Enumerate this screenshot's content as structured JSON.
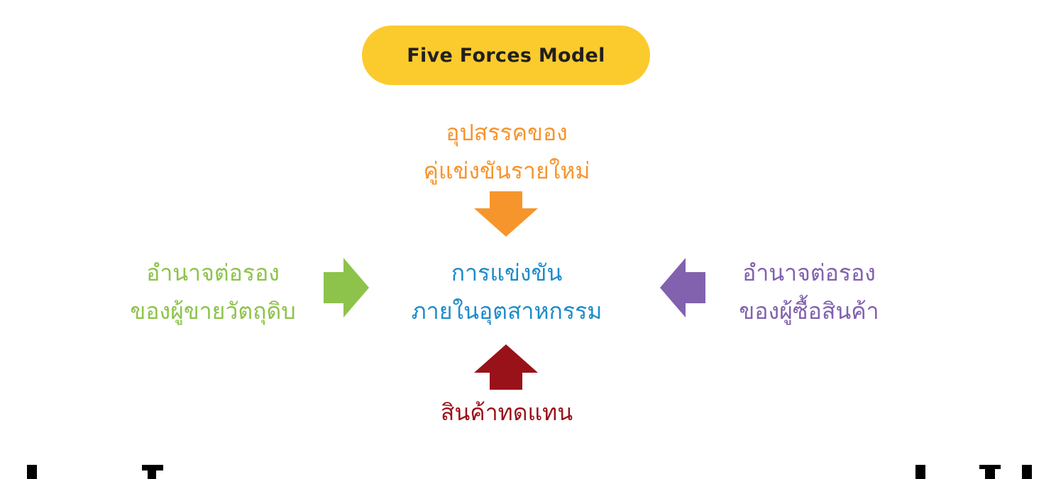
{
  "title": "Five Forces Model",
  "forces": {
    "top": {
      "lines": [
        "อุปสรรคของ",
        "คู่แข่งขันรายใหม่"
      ],
      "color": "#F7952D"
    },
    "center": {
      "lines": [
        "การแข่งขัน",
        "ภายในอุตสาหกรรม"
      ],
      "color": "#1E8BCB"
    },
    "left": {
      "lines": [
        "อำนาจต่อรอง",
        "ของผู้ขายวัตถุดิบ"
      ],
      "color": "#8DC34A"
    },
    "right": {
      "lines": [
        "อำนาจต่อรอง",
        "ของผู้ซื้อสินค้า"
      ],
      "color": "#8261AE"
    },
    "bottom": {
      "lines": [
        "สินค้าทดแทน"
      ],
      "color": "#9A1219"
    }
  },
  "colors": {
    "title_bg": "#FBCB2E",
    "arrow_top": "#F7952D",
    "arrow_left": "#8DC34A",
    "arrow_right": "#8261AE",
    "arrow_bottom": "#9A1219"
  }
}
